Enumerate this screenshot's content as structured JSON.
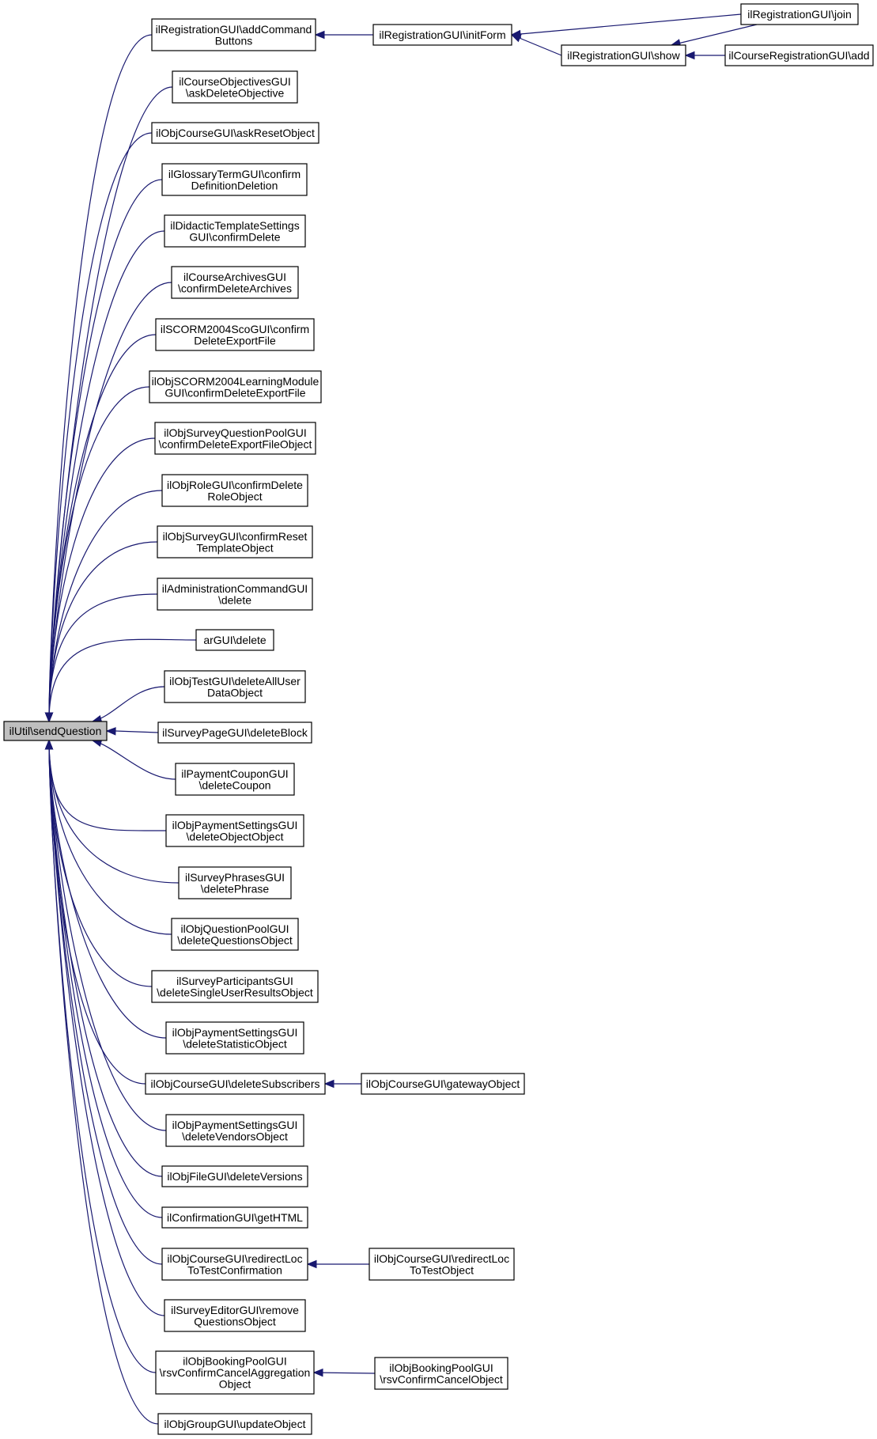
{
  "diagram": {
    "root": "n_root",
    "nodes": [
      {
        "id": "n_root",
        "lines": [
          "ilUtil\\sendQuestion"
        ]
      },
      {
        "id": "n_addcmd",
        "lines": [
          "ilRegistrationGUI\\addCommand",
          "Buttons"
        ]
      },
      {
        "id": "n_initform",
        "lines": [
          "ilRegistrationGUI\\initForm"
        ]
      },
      {
        "id": "n_join",
        "lines": [
          "ilRegistrationGUI\\join"
        ]
      },
      {
        "id": "n_show",
        "lines": [
          "ilRegistrationGUI\\show"
        ]
      },
      {
        "id": "n_creg_add",
        "lines": [
          "ilCourseRegistrationGUI\\add"
        ]
      },
      {
        "id": "n_askdelobj",
        "lines": [
          "ilCourseObjectivesGUI",
          "\\askDeleteObjective"
        ]
      },
      {
        "id": "n_askreset",
        "lines": [
          "ilObjCourseGUI\\askResetObject"
        ]
      },
      {
        "id": "n_glossary",
        "lines": [
          "ilGlossaryTermGUI\\confirm",
          "DefinitionDeletion"
        ]
      },
      {
        "id": "n_didactic",
        "lines": [
          "ilDidacticTemplateSettings",
          "GUI\\confirmDelete"
        ]
      },
      {
        "id": "n_archives",
        "lines": [
          "ilCourseArchivesGUI",
          "\\confirmDeleteArchives"
        ]
      },
      {
        "id": "n_scormsco",
        "lines": [
          "ilSCORM2004ScoGUI\\confirm",
          "DeleteExportFile"
        ]
      },
      {
        "id": "n_scormlm",
        "lines": [
          "ilObjSCORM2004LearningModule",
          "GUI\\confirmDeleteExportFile"
        ]
      },
      {
        "id": "n_surveyqp",
        "lines": [
          "ilObjSurveyQuestionPoolGUI",
          "\\confirmDeleteExportFileObject"
        ]
      },
      {
        "id": "n_role",
        "lines": [
          "ilObjRoleGUI\\confirmDelete",
          "RoleObject"
        ]
      },
      {
        "id": "n_surveyreset",
        "lines": [
          "ilObjSurveyGUI\\confirmReset",
          "TemplateObject"
        ]
      },
      {
        "id": "n_admincmd",
        "lines": [
          "ilAdministrationCommandGUI",
          "\\delete"
        ]
      },
      {
        "id": "n_argui",
        "lines": [
          "arGUI\\delete"
        ]
      },
      {
        "id": "n_testdel",
        "lines": [
          "ilObjTestGUI\\deleteAllUser",
          "DataObject"
        ]
      },
      {
        "id": "n_surveypage",
        "lines": [
          "ilSurveyPageGUI\\deleteBlock"
        ]
      },
      {
        "id": "n_coupon",
        "lines": [
          "ilPaymentCouponGUI",
          "\\deleteCoupon"
        ]
      },
      {
        "id": "n_payobj",
        "lines": [
          "ilObjPaymentSettingsGUI",
          "\\deleteObjectObject"
        ]
      },
      {
        "id": "n_phrases",
        "lines": [
          "ilSurveyPhrasesGUI",
          "\\deletePhrase"
        ]
      },
      {
        "id": "n_qpool",
        "lines": [
          "ilObjQuestionPoolGUI",
          "\\deleteQuestionsObject"
        ]
      },
      {
        "id": "n_participants",
        "lines": [
          "ilSurveyParticipantsGUI",
          "\\deleteSingleUserResultsObject"
        ]
      },
      {
        "id": "n_paystat",
        "lines": [
          "ilObjPaymentSettingsGUI",
          "\\deleteStatisticObject"
        ]
      },
      {
        "id": "n_delsubs",
        "lines": [
          "ilObjCourseGUI\\deleteSubscribers"
        ]
      },
      {
        "id": "n_gateway",
        "lines": [
          "ilObjCourseGUI\\gatewayObject"
        ]
      },
      {
        "id": "n_payvend",
        "lines": [
          "ilObjPaymentSettingsGUI",
          "\\deleteVendorsObject"
        ]
      },
      {
        "id": "n_filever",
        "lines": [
          "ilObjFileGUI\\deleteVersions"
        ]
      },
      {
        "id": "n_confirm",
        "lines": [
          "ilConfirmationGUI\\getHTML"
        ]
      },
      {
        "id": "n_redirconf",
        "lines": [
          "ilObjCourseGUI\\redirectLoc",
          "ToTestConfirmation"
        ]
      },
      {
        "id": "n_redirobj",
        "lines": [
          "ilObjCourseGUI\\redirectLoc",
          "ToTestObject"
        ]
      },
      {
        "id": "n_removeq",
        "lines": [
          "ilSurveyEditorGUI\\remove",
          "QuestionsObject"
        ]
      },
      {
        "id": "n_bookagg",
        "lines": [
          "ilObjBookingPoolGUI",
          "\\rsvConfirmCancelAggregation",
          "Object"
        ]
      },
      {
        "id": "n_bookcancel",
        "lines": [
          "ilObjBookingPoolGUI",
          "\\rsvConfirmCancelObject"
        ]
      },
      {
        "id": "n_groupupd",
        "lines": [
          "ilObjGroupGUI\\updateObject"
        ]
      }
    ],
    "edges": [
      {
        "from": "n_addcmd",
        "to": "n_root"
      },
      {
        "from": "n_askdelobj",
        "to": "n_root"
      },
      {
        "from": "n_askreset",
        "to": "n_root"
      },
      {
        "from": "n_glossary",
        "to": "n_root"
      },
      {
        "from": "n_didactic",
        "to": "n_root"
      },
      {
        "from": "n_archives",
        "to": "n_root"
      },
      {
        "from": "n_scormsco",
        "to": "n_root"
      },
      {
        "from": "n_scormlm",
        "to": "n_root"
      },
      {
        "from": "n_surveyqp",
        "to": "n_root"
      },
      {
        "from": "n_role",
        "to": "n_root"
      },
      {
        "from": "n_surveyreset",
        "to": "n_root"
      },
      {
        "from": "n_admincmd",
        "to": "n_root"
      },
      {
        "from": "n_argui",
        "to": "n_root"
      },
      {
        "from": "n_testdel",
        "to": "n_root"
      },
      {
        "from": "n_surveypage",
        "to": "n_root"
      },
      {
        "from": "n_coupon",
        "to": "n_root"
      },
      {
        "from": "n_payobj",
        "to": "n_root"
      },
      {
        "from": "n_phrases",
        "to": "n_root"
      },
      {
        "from": "n_qpool",
        "to": "n_root"
      },
      {
        "from": "n_participants",
        "to": "n_root"
      },
      {
        "from": "n_paystat",
        "to": "n_root"
      },
      {
        "from": "n_delsubs",
        "to": "n_root"
      },
      {
        "from": "n_payvend",
        "to": "n_root"
      },
      {
        "from": "n_filever",
        "to": "n_root"
      },
      {
        "from": "n_confirm",
        "to": "n_root"
      },
      {
        "from": "n_redirconf",
        "to": "n_root"
      },
      {
        "from": "n_removeq",
        "to": "n_root"
      },
      {
        "from": "n_bookagg",
        "to": "n_root"
      },
      {
        "from": "n_groupupd",
        "to": "n_root"
      },
      {
        "from": "n_initform",
        "to": "n_addcmd"
      },
      {
        "from": "n_join",
        "to": "n_initform"
      },
      {
        "from": "n_show",
        "to": "n_initform"
      },
      {
        "from": "n_join",
        "to": "n_show"
      },
      {
        "from": "n_creg_add",
        "to": "n_show"
      },
      {
        "from": "n_gateway",
        "to": "n_delsubs"
      },
      {
        "from": "n_redirobj",
        "to": "n_redirconf"
      },
      {
        "from": "n_bookcancel",
        "to": "n_bookagg"
      }
    ]
  }
}
